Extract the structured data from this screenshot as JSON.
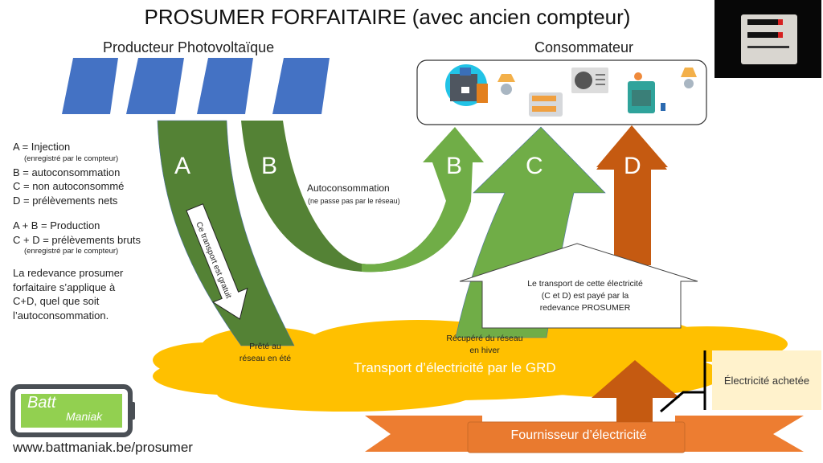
{
  "title": "PROSUMER FORFAITAIRE (avec ancien compteur)",
  "sections": {
    "producer": "Producteur Photovoltaïque",
    "consumer": "Consommateur"
  },
  "legend": {
    "lines": [
      {
        "text": "A = Injection",
        "note": "(enregistré par le compteur)"
      },
      {
        "text": "B = autoconsommation"
      },
      {
        "text": "C = non autoconsommé"
      },
      {
        "text": "D = prélèvements nets"
      }
    ],
    "sums": [
      {
        "text": "A + B = Production"
      },
      {
        "text": "C + D = prélèvements bruts",
        "note": "(enregistré par le compteur)"
      }
    ],
    "paragraph": [
      "La redevance prosumer",
      "forfaitaire s’applique à",
      "C+D, quel que soit",
      "l’autoconsommation."
    ]
  },
  "flows": {
    "A": "A",
    "B_left": "B",
    "B_right": "B",
    "C": "C",
    "D": "D"
  },
  "annotations": {
    "free_transport": "Ce transport est gratuit",
    "autoconsommation": "Autoconsommation",
    "autoconsommation_sub": "(ne passe pas par le réseau)",
    "house_lines": [
      "Le transport  de cette électricité",
      "(C et D) est payé par la",
      "redevance PROSUMER"
    ],
    "lent_summer": [
      "Prêté au",
      "réseau en été"
    ],
    "recovered_winter": [
      "Récupéré du réseau",
      "en hiver"
    ],
    "grid_label": "Transport d’électricité par le GRD",
    "bought": "Électricité achetée",
    "supplier": "Fournisseur d’électricité"
  },
  "consumer_icons": [
    "coffee-machine-icon",
    "lamp-icon",
    "heater-icon",
    "air-conditioner-icon",
    "oven-icon",
    "lamp-icon"
  ],
  "meter_photo": "electricity-meter-photo",
  "brand": {
    "logo_top": "Batt",
    "logo_bottom": "Maniak",
    "url": "www.battmaniak.be/prosumer"
  },
  "colors": {
    "panel_blue": "#4472c4",
    "green_dark": "#548235",
    "green_light": "#70ad47",
    "orange_dark": "#c55a11",
    "orange": "#ed7d31",
    "cloud": "#ffc000",
    "cream": "#fff2cc",
    "logo_green": "#92d050",
    "logo_frame": "#4a4f55"
  }
}
